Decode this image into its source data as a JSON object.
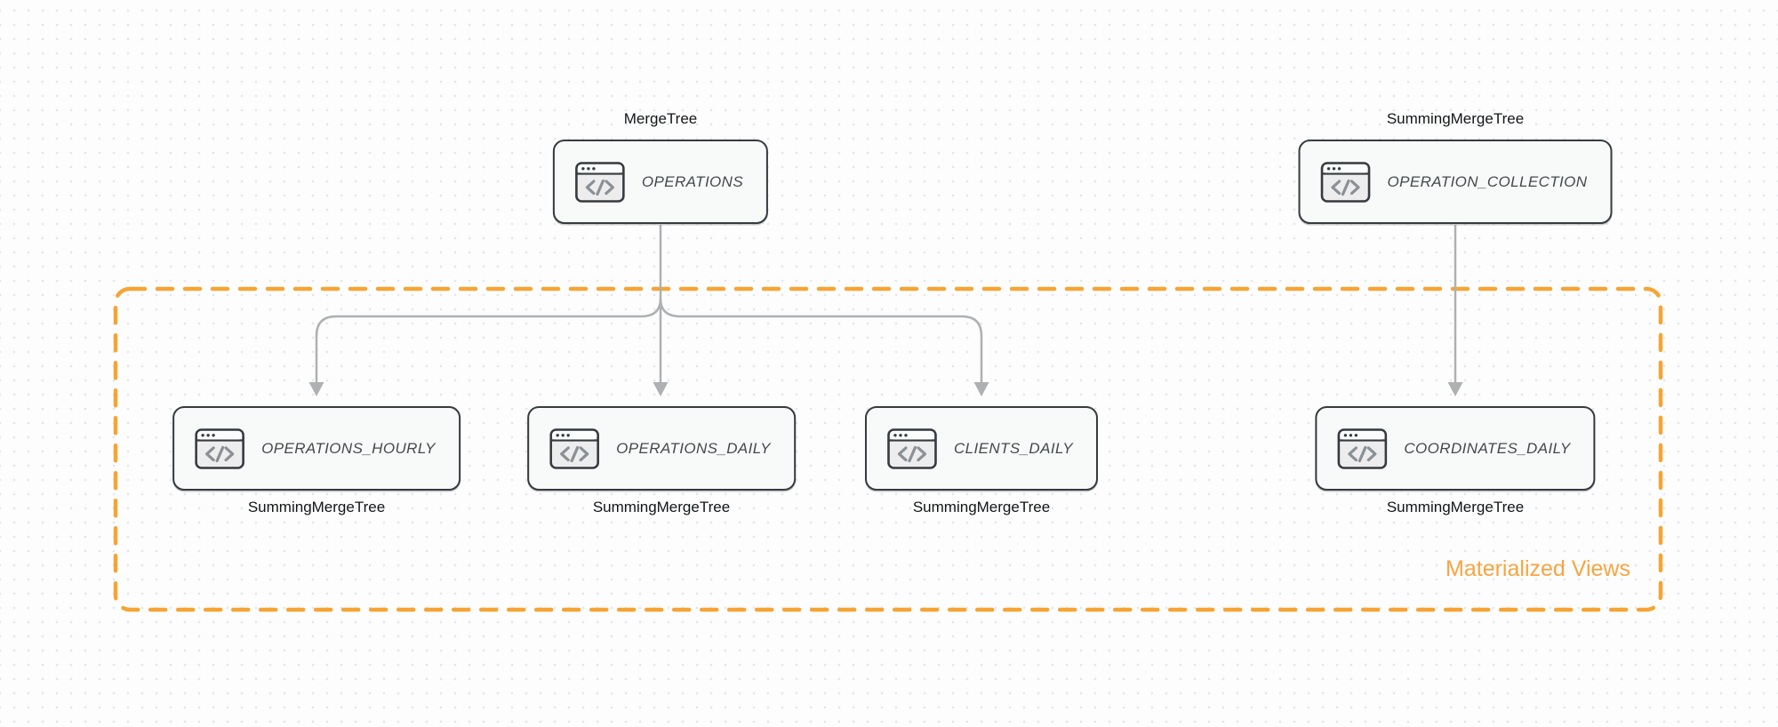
{
  "nodes": {
    "operations": {
      "label": "OPERATIONS",
      "engine": "MergeTree"
    },
    "operation_collection": {
      "label": "OPERATION_COLLECTION",
      "engine": "SummingMergeTree"
    },
    "operations_hourly": {
      "label": "OPERATIONS_HOURLY",
      "engine": "SummingMergeTree"
    },
    "operations_daily": {
      "label": "OPERATIONS_DAILY",
      "engine": "SummingMergeTree"
    },
    "clients_daily": {
      "label": "CLIENTS_DAILY",
      "engine": "SummingMergeTree"
    },
    "coordinates_daily": {
      "label": "COORDINATES_DAILY",
      "engine": "SummingMergeTree"
    }
  },
  "group": {
    "label": "Materialized Views"
  },
  "edges": [
    {
      "from": "operations",
      "to": "operations_hourly"
    },
    {
      "from": "operations",
      "to": "operations_daily"
    },
    {
      "from": "operations",
      "to": "clients_daily"
    },
    {
      "from": "operation_collection",
      "to": "coordinates_daily"
    }
  ],
  "icons": {
    "node_icon": "code-window-icon",
    "node_icon_glyph": "</>"
  },
  "colors": {
    "group_border": "#f6a433",
    "group_label": "#f9a440",
    "arrow": "#aeb0b1",
    "node_border": "#363b3f",
    "node_fill": "#f8f9f9",
    "node_text": "#45494d",
    "engine_text": "#121517",
    "icon_glyph": "#8a9095",
    "canvas_dot": "#e4e7ea",
    "canvas_bg": "#fdfdfe"
  }
}
